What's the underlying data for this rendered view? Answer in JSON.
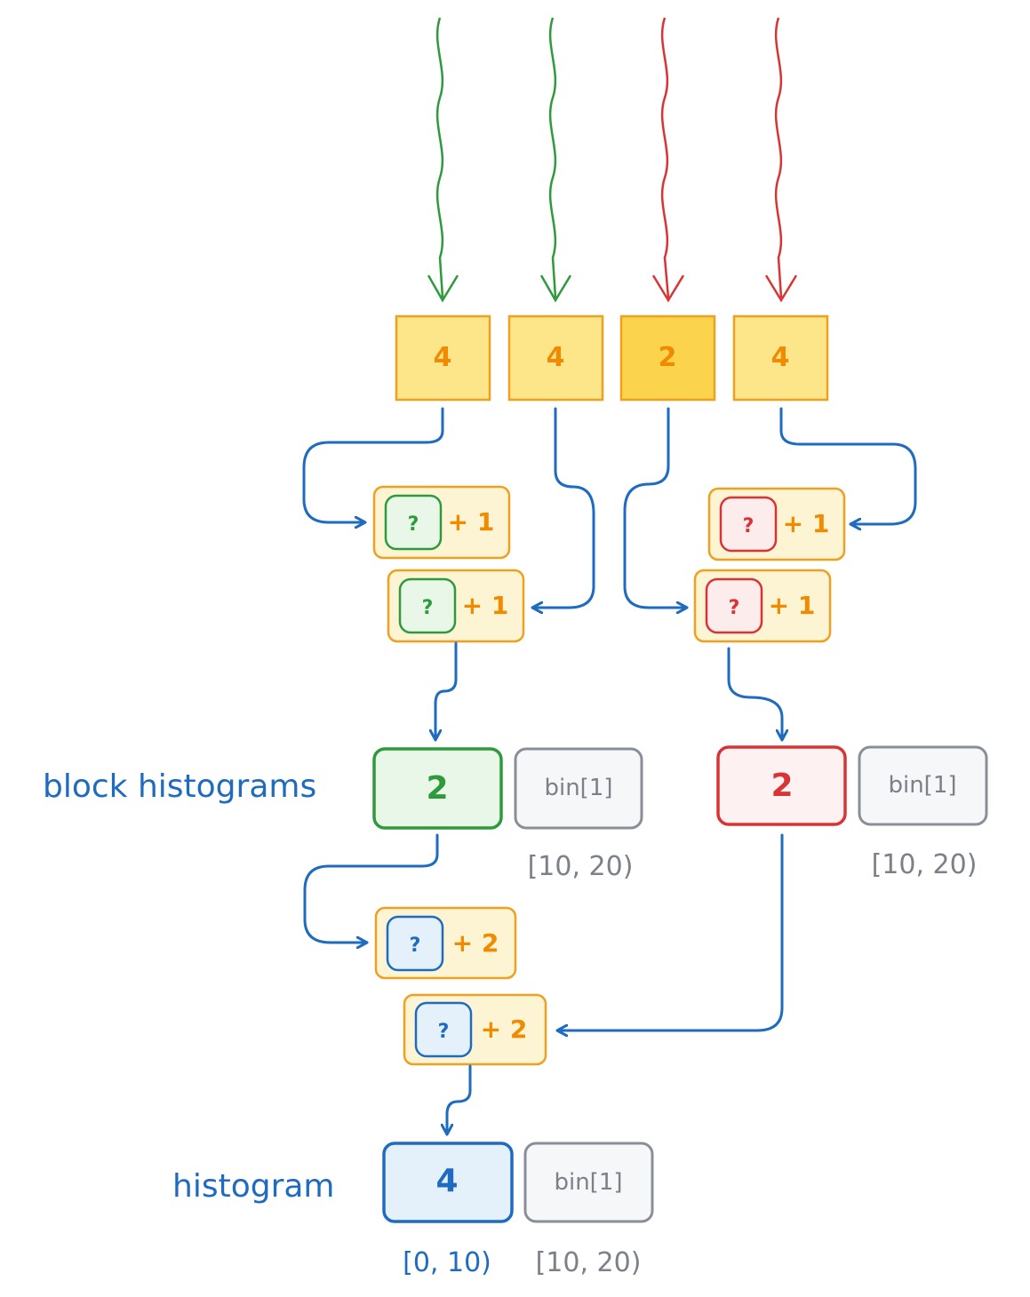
{
  "labels": {
    "block_histograms": "block histograms",
    "histogram": "histogram"
  },
  "inputs": [
    {
      "value": "4",
      "color": "#2e9a3c"
    },
    {
      "value": "4",
      "color": "#2e9a3c"
    },
    {
      "value": "2",
      "color": "#d93434"
    },
    {
      "value": "4",
      "color": "#d93434"
    }
  ],
  "ops": {
    "question": "?",
    "plus_one": "+ 1",
    "plus_two": "+ 2"
  },
  "block_green": {
    "count": "2",
    "bin": "bin[1]",
    "range": "[10, 20)"
  },
  "block_red": {
    "count": "2",
    "bin": "bin[1]",
    "range": "[10, 20)"
  },
  "final": {
    "count": "4",
    "count_range": "[0, 10)",
    "bin": "bin[1]",
    "range": "[10, 20)"
  },
  "colors": {
    "green": "#2e9a3c",
    "red": "#d93434",
    "blue": "#1e6bbf",
    "orange": "#f08a00",
    "yellow_fill": "#fde68a",
    "yellow_fill_hi": "#fcd34d",
    "gray": "#7b8089"
  }
}
